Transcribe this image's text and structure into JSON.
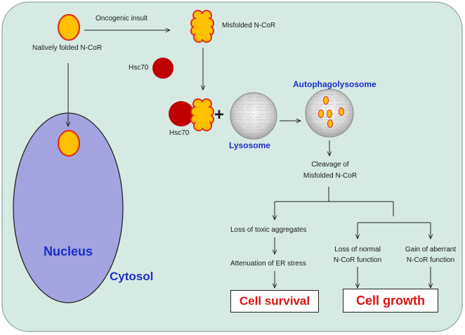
{
  "labels": {
    "oncogenic_insult": "Oncogenic insult",
    "natively_folded": "Natively folded N-CoR",
    "misfolded_top": "Misfolded  N-CoR",
    "hsc70_single": "Hsc70",
    "hsc70_complex": "Hsc70",
    "plus": "+",
    "lysosome": "Lysosome",
    "autophagolysosome": "Autophagolysosome",
    "cleavage_line1": "Cleavage of",
    "cleavage_line2": "Misfolded  N-CoR",
    "nucleus": "Nucleus",
    "cytosol": "Cytosol",
    "loss_toxic": "Loss of toxic aggregates",
    "attenuation": "Attenuation of ER stress",
    "loss_normal_line1": "Loss of normal",
    "loss_normal_line2": "N-CoR function",
    "gain_aberrant_line1": "Gain of aberrant",
    "gain_aberrant_line2": "N-CoR function",
    "cell_survival": "Cell survival",
    "cell_growth": "Cell growth"
  },
  "colors": {
    "cell_bg": "#d6e9e3",
    "nucleus": "#a3a3df",
    "ncor_fill": "#ffc000",
    "ncor_stroke": "#e0301e",
    "hsc70": "#c00000",
    "title_blue": "#1a2fc8",
    "outcome_red": "#e01010"
  }
}
